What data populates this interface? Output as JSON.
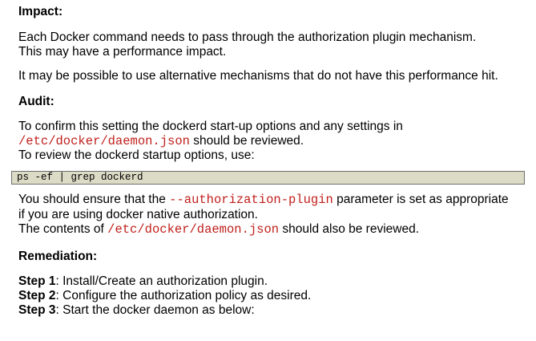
{
  "impact": {
    "heading": "Impact:",
    "p1_line1": "Each Docker command needs to pass through the authorization plugin mechanism.",
    "p1_line2": "This may have a performance impact.",
    "p2": "It may be possible to use alternative mechanisms that do not have this performance hit."
  },
  "audit": {
    "heading": "Audit:",
    "p1_line1": "To confirm this setting the dockerd start-up options and any settings in",
    "p1_path": "/etc/docker/daemon.json",
    "p1_line2_suffix": " should be reviewed.",
    "p1_line3": "To review the dockerd startup options, use:",
    "command": "ps -ef | grep dockerd",
    "p2_prefix": "You should ensure that the ",
    "p2_flag": "--authorization-plugin",
    "p2_suffix": " parameter is set as appropriate",
    "p2_line2": "if you are using docker native authorization.",
    "p2_line3_prefix": "The contents of ",
    "p2_line3_path": "/etc/docker/daemon.json",
    "p2_line3_suffix": " should also be reviewed."
  },
  "remediation": {
    "heading": "Remediation:",
    "steps": [
      {
        "label": "Step 1",
        "text": ": Install/Create an authorization plugin."
      },
      {
        "label": "Step 2",
        "text": ": Configure the authorization policy as desired."
      },
      {
        "label": "Step 3",
        "text": ": Start the docker daemon as below:"
      }
    ]
  }
}
